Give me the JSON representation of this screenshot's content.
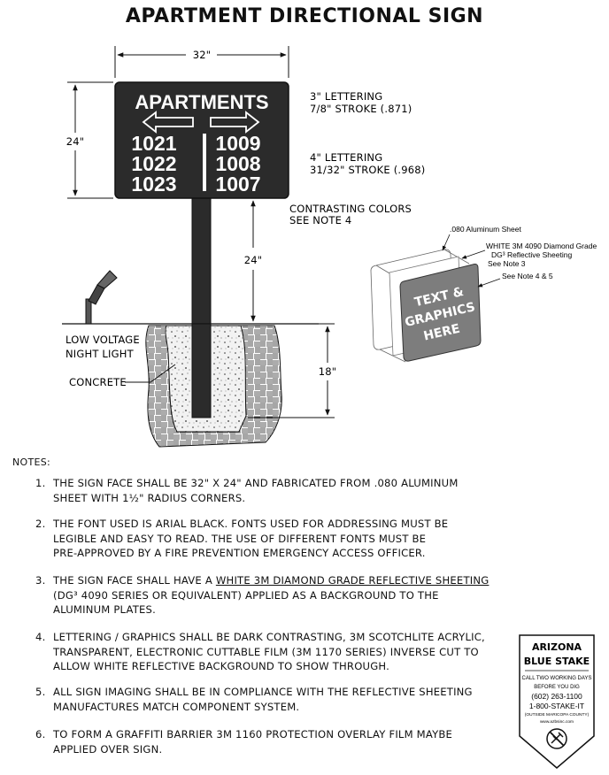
{
  "title": "APARTMENT DIRECTIONAL SIGN",
  "sign": {
    "heading": "APARTMENTS",
    "left_numbers": [
      "1021",
      "1022",
      "1023"
    ],
    "right_numbers": [
      "1009",
      "1008",
      "1007"
    ]
  },
  "dimensions": {
    "width": "32\"",
    "height": "24\"",
    "post_clearance": "24\"",
    "embed_depth": "18\""
  },
  "callouts": {
    "lettering_3_line1": "3\" LETTERING",
    "lettering_3_line2": "7/8\" STROKE (.871)",
    "lettering_4_line1": "4\" LETTERING",
    "lettering_4_line2": "31/32\" STROKE (.968)",
    "contrast_line1": "CONTRASTING COLORS",
    "contrast_line2": "SEE NOTE 4",
    "night_light_line1": "LOW VOLTAGE",
    "night_light_line2": "NIGHT LIGHT",
    "concrete": "CONCRETE"
  },
  "detail": {
    "aluminum": ".080 Aluminum Sheet",
    "sheeting_line1": "WHITE 3M 4090 Diamond Grade",
    "sheeting_line2": "DG³ Reflective Sheeting",
    "sheeting_line3": "See Note 3",
    "note45": "See Note 4 & 5",
    "panel_text": [
      "TEXT &",
      "GRAPHICS",
      "HERE"
    ]
  },
  "notes_heading": "NOTES:",
  "notes": [
    {
      "num": "1.",
      "lines": [
        "THE SIGN FACE SHALL BE 32\" X 24\" AND FABRICATED FROM .080 ALUMINUM",
        "SHEET WITH 1½\" RADIUS CORNERS."
      ]
    },
    {
      "num": "2.",
      "lines": [
        "THE FONT USED IS ARIAL BLACK. FONTS USED FOR ADDRESSING MUST BE",
        "LEGIBLE AND EASY TO READ.  THE USE OF DIFFERENT FONTS MUST BE",
        "PRE-APPROVED BY A FIRE PREVENTION EMERGENCY ACCESS OFFICER."
      ]
    },
    {
      "num": "3.",
      "pre": "THE SIGN FACE SHALL HAVE A ",
      "underlined": "WHITE 3M DIAMOND GRADE REFLECTIVE SHEETING",
      "lines": [
        "(DG³ 4090 SERIES OR EQUIVALENT) APPLIED AS A BACKGROUND TO THE",
        "ALUMINUM PLATES."
      ]
    },
    {
      "num": "4.",
      "lines": [
        "LETTERING / GRAPHICS SHALL BE DARK CONTRASTING, 3M SCOTCHLITE ACRYLIC,",
        "TRANSPARENT, ELECTRONIC CUTTABLE FILM (3M 1170 SERIES) INVERSE CUT TO",
        "ALLOW WHITE REFLECTIVE BACKGROUND TO SHOW THROUGH."
      ]
    },
    {
      "num": "5.",
      "lines": [
        "ALL SIGN IMAGING SHALL BE IN COMPLIANCE WITH THE REFLECTIVE SHEETING",
        "MANUFACTURES MATCH COMPONENT SYSTEM."
      ]
    },
    {
      "num": "6.",
      "lines": [
        "TO FORM A GRAFFITI BARRIER 3M 1160 PROTECTION OVERLAY FILM MAYBE",
        "APPLIED OVER SIGN."
      ]
    }
  ],
  "blue_stake": {
    "line1": "ARIZONA",
    "line2": "BLUE STAKE",
    "line3": "CALL TWO WORKING DAYS",
    "line4": "BEFORE YOU DIG",
    "phone": "(602) 263-1100",
    "tollfree": "1-800-STAKE-IT",
    "outside": "(OUTSIDE MARICOPA COUNTY)",
    "web": "www.azbsinc.com"
  },
  "colors": {
    "sign_face": "#2b2b2b",
    "sign_text": "#ffffff",
    "panel": "#7a7a7a",
    "line": "#111111"
  }
}
